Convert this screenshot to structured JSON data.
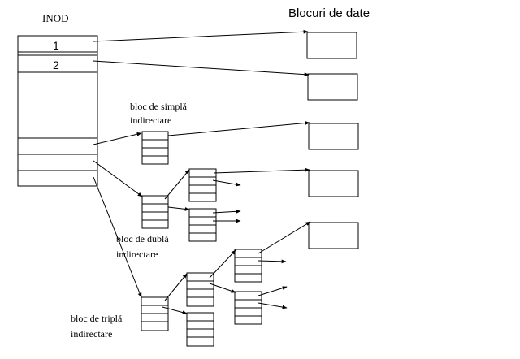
{
  "labels": {
    "inode_title": "INOD",
    "data_blocks_title": "Blocuri de date",
    "slot_1": "1",
    "slot_2": "2",
    "single_line1": "bloc de simplă",
    "single_line2": "indirectare",
    "double_line1": "bloc de dublă",
    "double_line2": "indirectare",
    "triple_line1": "bloc de triplă",
    "triple_line2": "indirectare"
  }
}
